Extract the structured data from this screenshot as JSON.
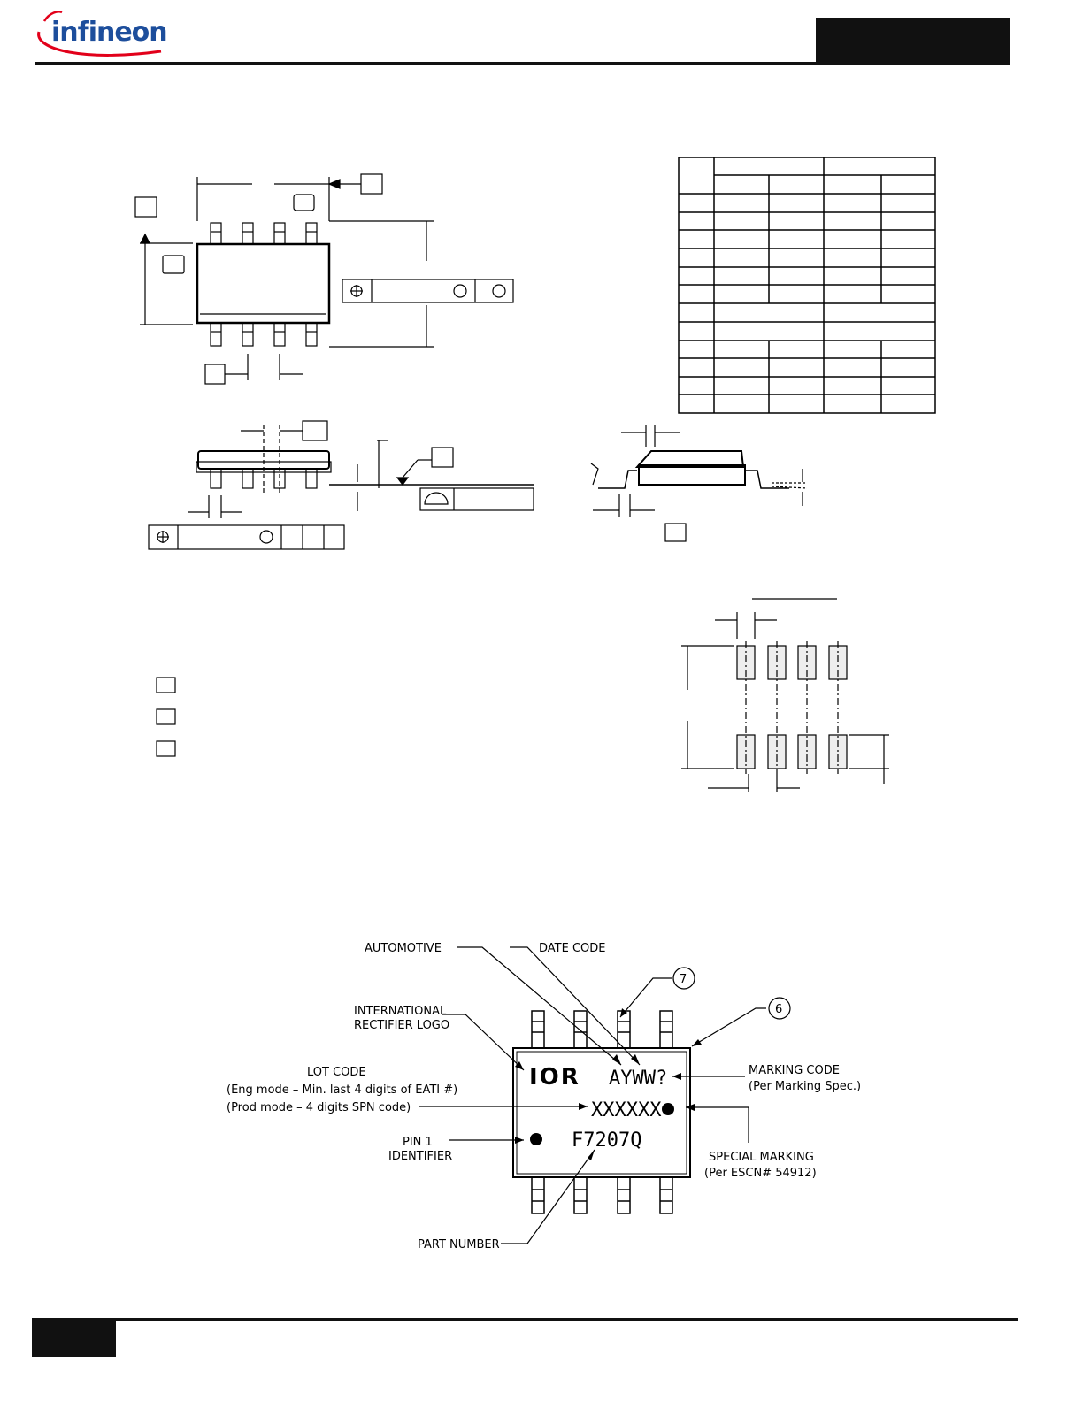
{
  "header": {
    "logo_text": "infineon",
    "brand_colors": {
      "logo_blue": "#1d4e9c",
      "logo_swoosh": "#e2001a",
      "title_block": "#111111"
    }
  },
  "marking": {
    "labels": {
      "automotive": "AUTOMOTIVE",
      "date_code": "DATE CODE",
      "intl_line1": "INTERNATIONAL",
      "intl_line2": "RECTIFIER LOGO",
      "lot_line1": "LOT CODE",
      "lot_line2": "(Eng mode – Min. last 4 digits of EATI #)",
      "lot_line3": "(Prod mode – 4 digits SPN code)",
      "pin1_line1": "PIN 1",
      "pin1_line2": "IDENTIFIER",
      "marking_code_line1": "MARKING CODE",
      "marking_code_line2": "(Per Marking Spec.)",
      "special_line1": "SPECIAL MARKING",
      "special_line2": "(Per ESCN# 54912)",
      "part_number": "PART NUMBER",
      "callout_7": "7",
      "callout_6": "6"
    },
    "chip": {
      "logo": "IOR",
      "date": "AYWW?",
      "lot": "XXXXXX",
      "part": "F7207Q"
    }
  }
}
